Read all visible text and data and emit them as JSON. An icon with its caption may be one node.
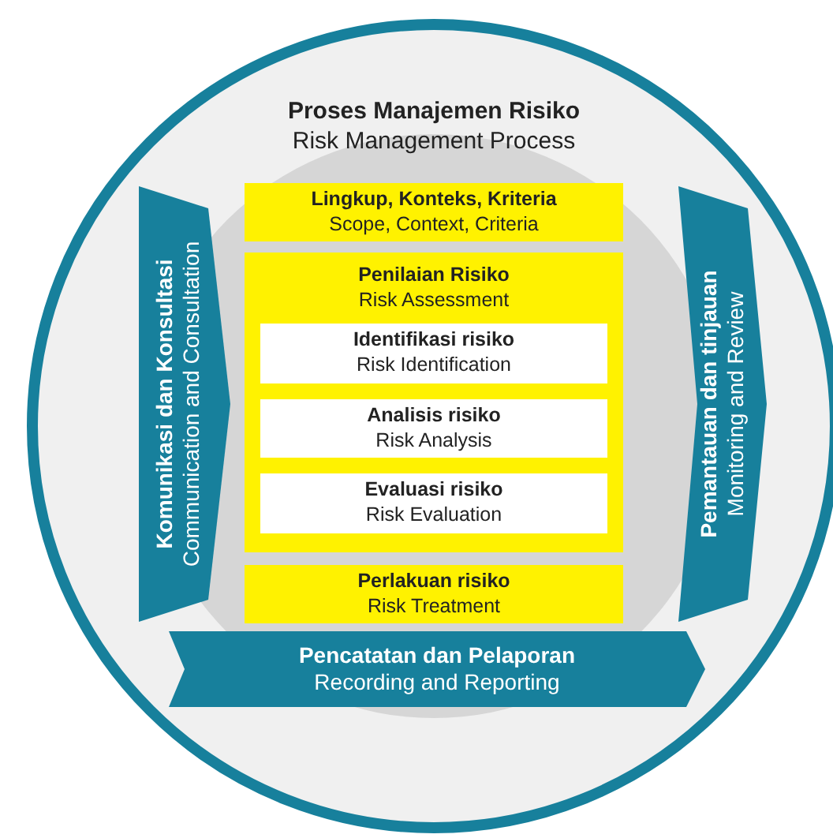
{
  "diagram": {
    "nodes": [
      {
        "text": [
          "Proses Manajemen Risiko",
          "Risk Management Process"
        ]
      },
      {
        "text": [
          "Lingkup, Konteks, Kriteria",
          "Scope, Context, Criteria"
        ],
        "in": 0
      },
      {
        "text": [
          "Penilaian Risiko",
          "Risk Assessment"
        ],
        "in": 0
      },
      {
        "text": [
          "Identifikasi risiko",
          "Risk Identification"
        ],
        "in": 2
      },
      {
        "text": [
          "Analisis risiko",
          "Risk Analysis"
        ],
        "in": 2
      },
      {
        "text": [
          "Evaluasi risiko",
          "Risk Evaluation"
        ],
        "in": 2
      },
      {
        "text": [
          "Perlakuan risiko",
          "Risk Treatment"
        ],
        "in": 0
      },
      {
        "text": [
          "Komunikasi dan Konsultasi",
          "Communication and Consultation"
        ],
        "in": 0
      },
      {
        "text": [
          "Pemantauan dan tinjauan",
          "Monitoring and Review"
        ],
        "in": 0
      },
      {
        "text": [
          "Pencatatan dan Pelaporan",
          "Recording and Reporting"
        ],
        "in": 0
      }
    ]
  }
}
